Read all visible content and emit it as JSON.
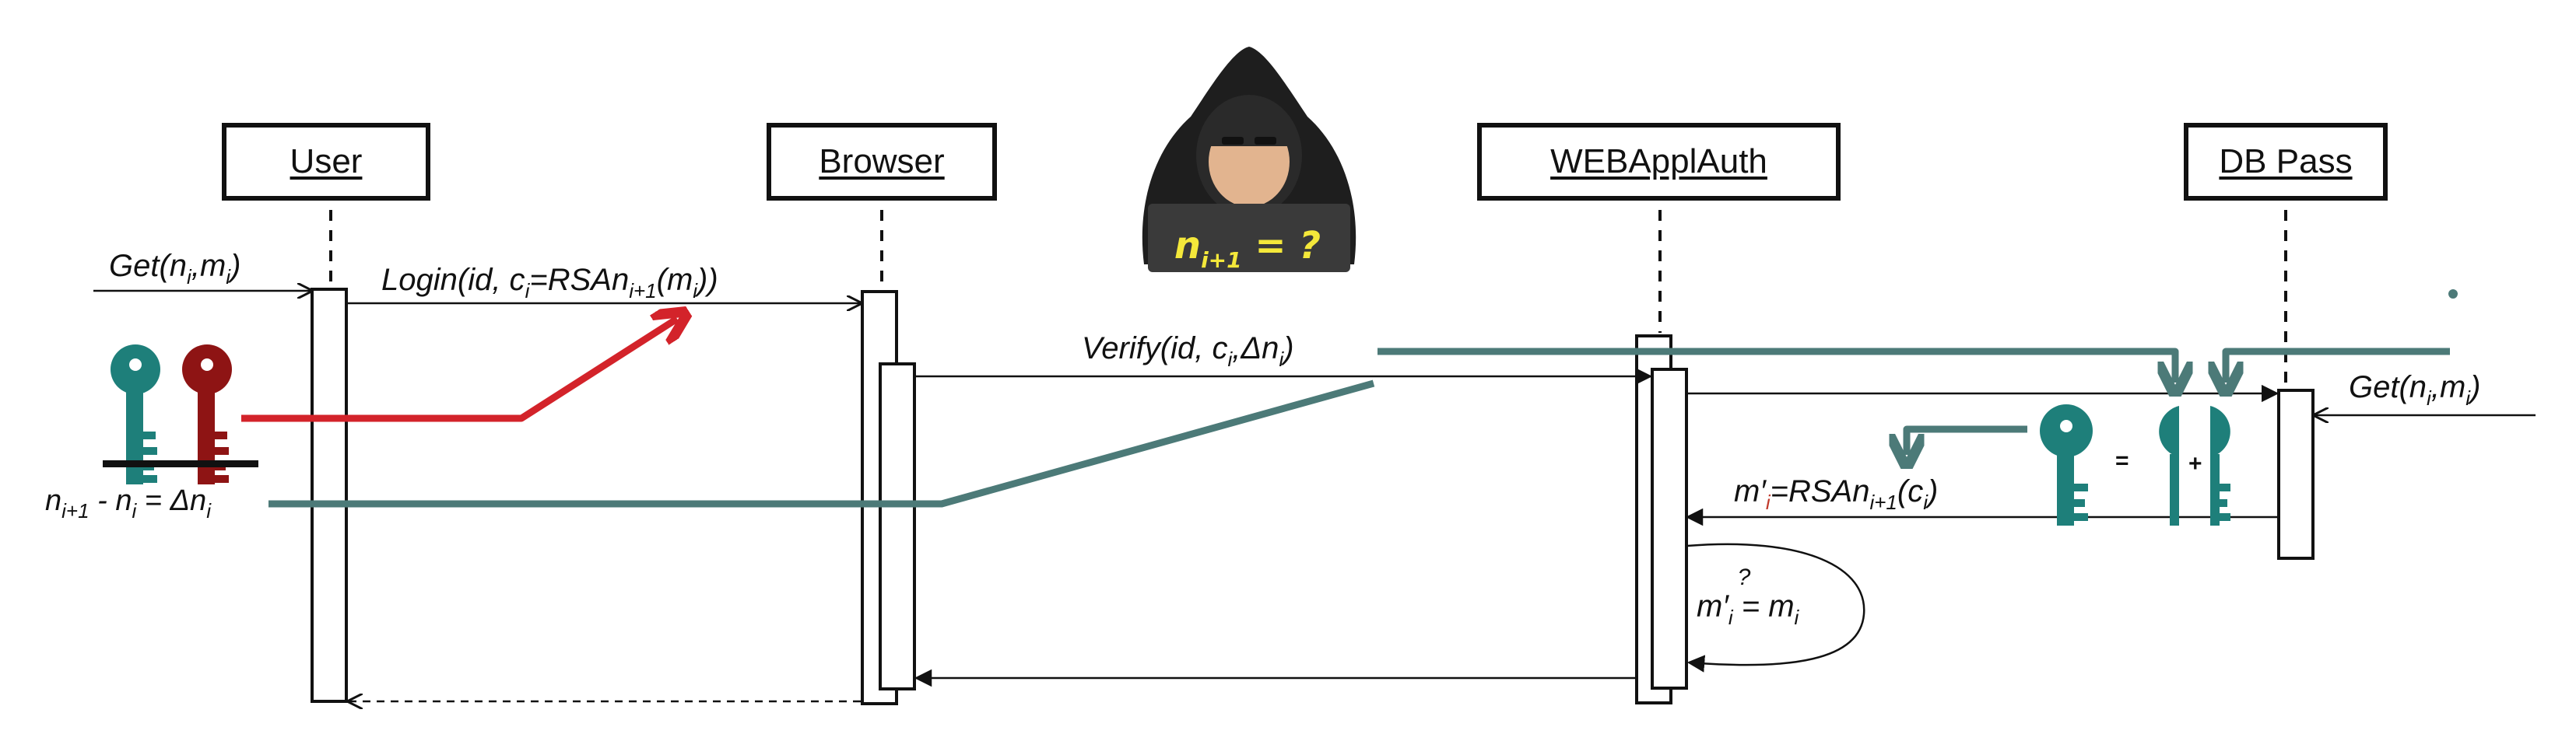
{
  "actors": {
    "user": "User",
    "browser": "Browser",
    "webapp": "WEBApplAuth",
    "db": "DB Pass"
  },
  "messages": {
    "get_left": {
      "fn": "Get(",
      "n": "n",
      "i1": "i",
      "sep": ",",
      "m": "m",
      "i2": "i",
      "close": ")"
    },
    "login": {
      "text": "Login(id, c",
      "sub1": "i",
      "mid": "=RSAn",
      "sub2": "i+1",
      "tail_open": "(m",
      "sub3": "i",
      "tail": "))"
    },
    "verify": {
      "text": "Verify(id, c",
      "sub1": "i",
      "mid": ",Δn",
      "sub2": "i",
      "tail": ")"
    },
    "get_right": {
      "fn": "Get(",
      "n": "n",
      "i1": "i",
      "sep": ",",
      "m": "m",
      "i2": "i",
      "close": ")"
    },
    "rsa_result": {
      "m": "m",
      "prime": "′",
      "sub1": "i",
      "mid": "=RSAn",
      "sub2": "i+1",
      "tail_open": "(c",
      "sub3": "i",
      "tail": ")"
    },
    "compare": {
      "m": "m",
      "prime": "′",
      "sub1": "i",
      "eq": "=",
      "q": "?",
      "rhs": "m",
      "sub2": "i"
    },
    "delta": {
      "n1": "n",
      "s1": "i+1",
      "minus": " - n",
      "s2": "i",
      "eq": " = Δn",
      "s3": "i"
    }
  },
  "hacker": {
    "label": "n",
    "sub": "i+1",
    "rest": " = ?"
  },
  "key_ops": {
    "eq": "=",
    "plus": "+"
  },
  "colors": {
    "teal": "#4c7a78",
    "key_teal": "#1e7f7a",
    "red": "#d3232a",
    "key_red": "#8e1414",
    "ink": "#111111"
  }
}
